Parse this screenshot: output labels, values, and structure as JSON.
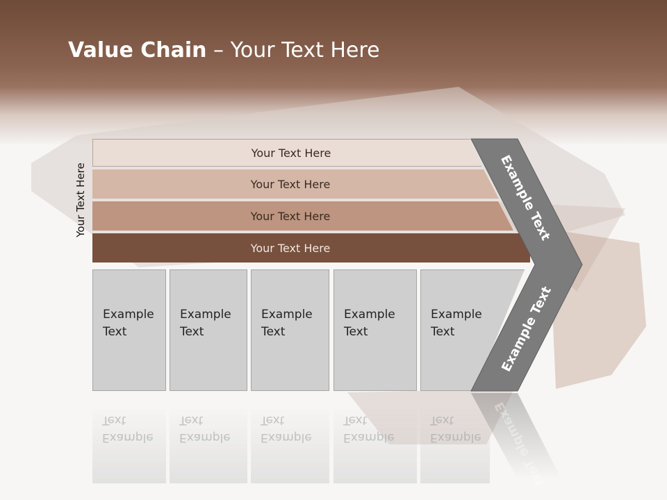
{
  "title": {
    "bold": "Value Chain",
    "rest": " – Your Text Here"
  },
  "side_label": "Your Text Here",
  "bands": [
    "Your Text Here",
    "Your Text Here",
    "Your Text Here",
    "Your Text Here"
  ],
  "columns": [
    {
      "line1": "Example",
      "line2": "Text"
    },
    {
      "line1": "Example",
      "line2": "Text"
    },
    {
      "line1": "Example",
      "line2": "Text"
    },
    {
      "line1": "Example",
      "line2": "Text"
    },
    {
      "line1": "Example",
      "line2": "Text"
    }
  ],
  "arrow": {
    "upper_label": "Example Text",
    "lower_label": "Example Text"
  },
  "colors": {
    "header": "#8a6350",
    "band_light": "#eaddd6",
    "band_dark": "#77503e",
    "chevron": "#7c7c7c"
  }
}
